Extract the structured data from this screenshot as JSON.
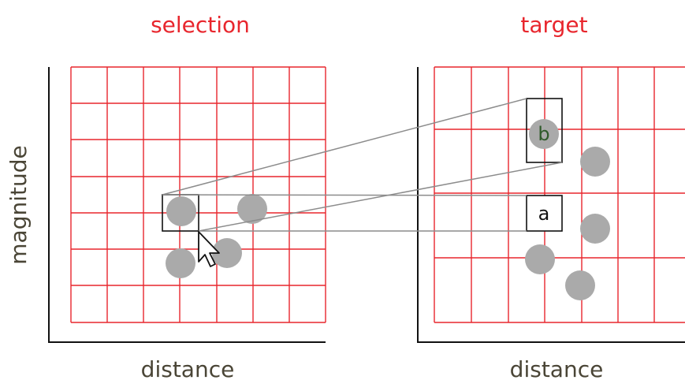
{
  "panels": {
    "left": {
      "title": "selection",
      "xlabel": "distance",
      "ylabel": "magnitude"
    },
    "right": {
      "title": "target",
      "xlabel": "distance"
    }
  },
  "boxes": {
    "a": "a",
    "b": "b"
  },
  "colors": {
    "title": "#e8262d",
    "grid": "#e8262d",
    "axis": "#111111",
    "axis_label": "#4a4536",
    "point": "#aaaaaa",
    "link_line": "#8c8c8c",
    "box_b_text": "#2f5a2a",
    "box_a_text": "#111111"
  },
  "icons": {
    "cursor": "mouse-pointer-icon"
  }
}
